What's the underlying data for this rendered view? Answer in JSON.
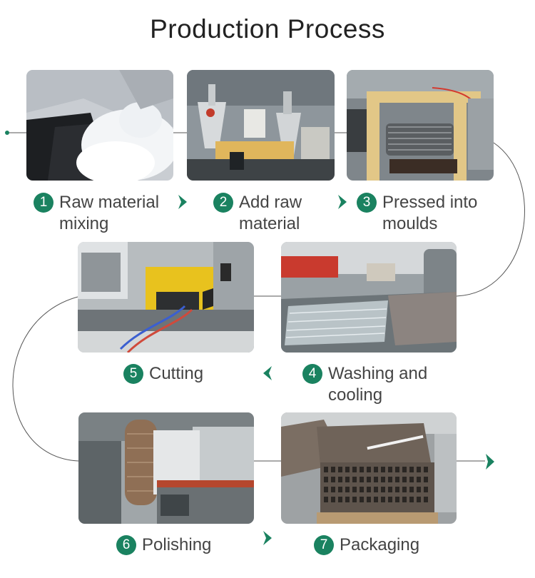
{
  "title": "Production Process",
  "accent_color": "#1a8260",
  "line_color": "#555555",
  "steps": [
    {
      "number": "1",
      "label": "Raw material\nmixing",
      "image": "white plastic granules pouring onto black powder"
    },
    {
      "number": "2",
      "label": "Add raw\nmaterial",
      "image": "extruder hoppers in factory"
    },
    {
      "number": "3",
      "label": "Pressed into\nmoulds",
      "image": "moulding machine with yellow frame"
    },
    {
      "number": "4",
      "label": "Washing and\ncooling",
      "image": "cooling water tank"
    },
    {
      "number": "5",
      "label": "Cutting",
      "image": "yellow cutting machine"
    },
    {
      "number": "6",
      "label": "Polishing",
      "image": "polishing machine with sanding ducts"
    },
    {
      "number": "7",
      "label": "Packaging",
      "image": "stacked hollow boards on pallet"
    }
  ],
  "arrow_icons": [
    "chevron-right-icon",
    "chevron-left-icon",
    "arrow-right-icon"
  ]
}
